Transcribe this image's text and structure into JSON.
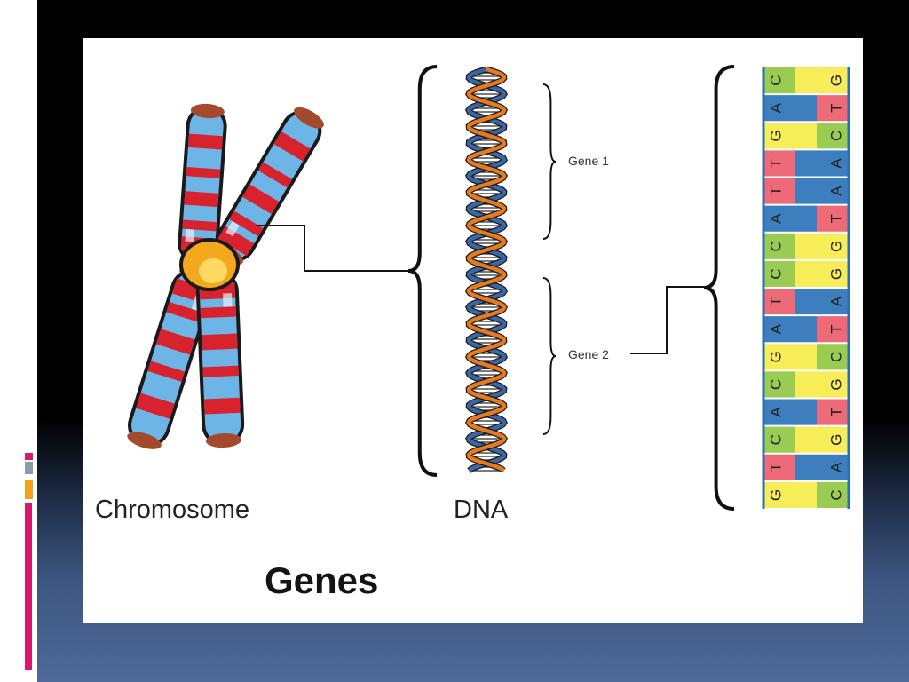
{
  "labels": {
    "chromosome": "Chromosome",
    "dna": "DNA",
    "gene1": "Gene 1",
    "gene2": "Gene 2",
    "title": "Genes"
  },
  "sequence": {
    "left_strand": [
      "C",
      "A",
      "G",
      "T",
      "T",
      "A",
      "C",
      "C",
      "T",
      "A",
      "G",
      "C",
      "A",
      "C",
      "T",
      "G"
    ],
    "right_strand": [
      "G",
      "T",
      "C",
      "A",
      "A",
      "T",
      "G",
      "G",
      "A",
      "T",
      "C",
      "G",
      "T",
      "G",
      "A",
      "C"
    ]
  },
  "colors": {
    "A": "#3d7fbe",
    "C": "#9acb52",
    "G": "#f6ed58",
    "T": "#ee6a78",
    "chromosome_stripe_red": "#d8232e",
    "chromosome_stripe_blue": "#6db5e6",
    "centromere": "#f4a81e",
    "helix_orange": "#e77a1e",
    "helix_blue": "#3b66a6"
  }
}
